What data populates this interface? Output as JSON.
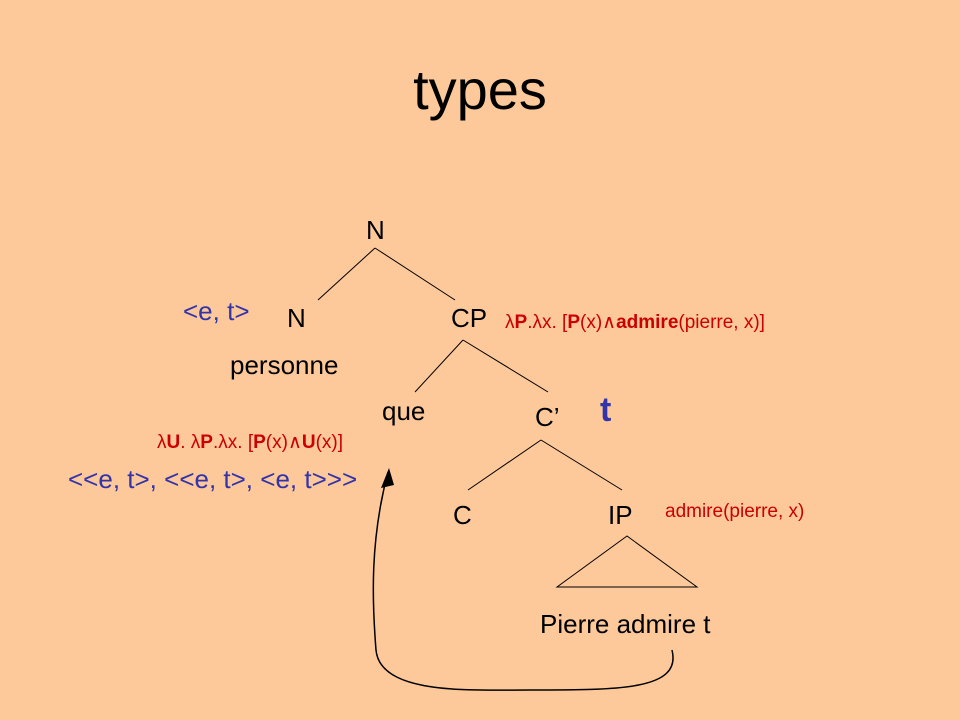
{
  "title": "types",
  "tree": {
    "root": "N",
    "n_left": "N",
    "personne": "personne",
    "cp": "CP",
    "que": "que",
    "c_bar": "C’",
    "c": "C",
    "ip": "IP",
    "ip_yield": "Pierre admire t"
  },
  "types": {
    "n_type": "<e, t>",
    "que_type": "<<e, t>, <<e, t>, <e, t>>>",
    "trace_type": "t"
  },
  "semantics": {
    "cp": {
      "lambda1": "λ",
      "var1": "P",
      "lambda2": ".λ",
      "rest": "x. [",
      "p": "P",
      "x1": "(x)",
      "wedge": "∧",
      "admire": "admire",
      "args": "(pierre, x)]"
    },
    "que": {
      "l1": "λ",
      "u": "U",
      "l2": ". λ",
      "p": "P",
      "l3": ".λ",
      "rest": "x. [",
      "p2": "P",
      "x1": "(x)",
      "wedge": "∧",
      "u2": "U",
      "x2": "(x)]"
    },
    "ip": "admire(pierre, x)"
  }
}
